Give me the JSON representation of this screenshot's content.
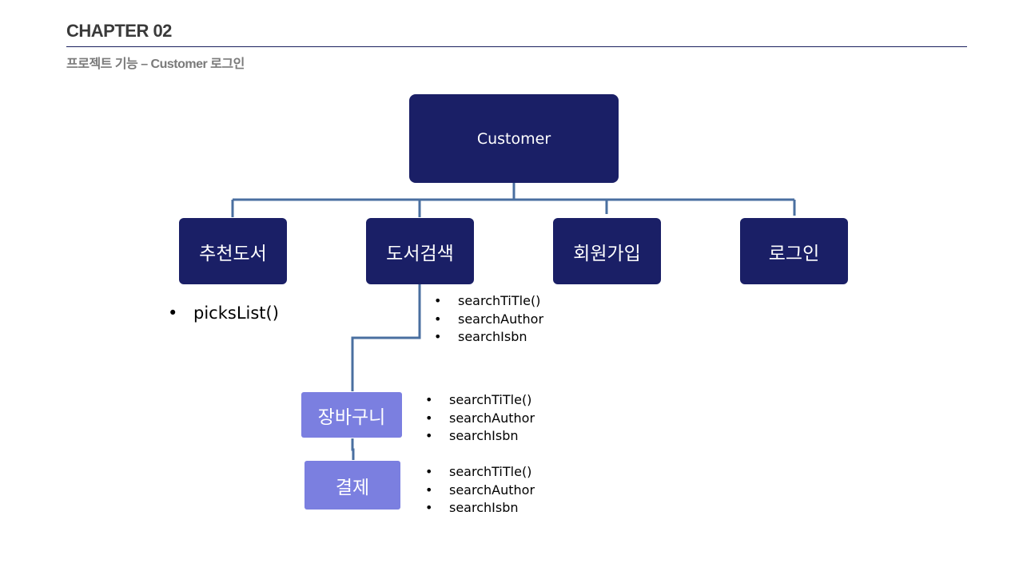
{
  "header": {
    "chapter": "CHAPTER 02",
    "subtitle": "프로젝트 기능 – Customer 로그인"
  },
  "diagram": {
    "root": {
      "label": "Customer"
    },
    "children": [
      {
        "label": "추천도서"
      },
      {
        "label": "도서검색"
      },
      {
        "label": "회원가입"
      },
      {
        "label": "로그인"
      }
    ],
    "subnodes": [
      {
        "label": "장바구니"
      },
      {
        "label": "결제"
      }
    ],
    "notes": {
      "recommend": [
        "picksList()"
      ],
      "search": [
        "searchTiTle()",
        "searchAuthor",
        "searchIsbn"
      ],
      "cart": [
        "searchTiTle()",
        "searchAuthor",
        "searchIsbn"
      ],
      "payment": [
        "searchTiTle()",
        "searchAuthor",
        "searchIsbn"
      ]
    }
  },
  "colors": {
    "dark_node": "#1a1f66",
    "light_node": "#7b7fe0",
    "connector": "#4a6fa0"
  }
}
